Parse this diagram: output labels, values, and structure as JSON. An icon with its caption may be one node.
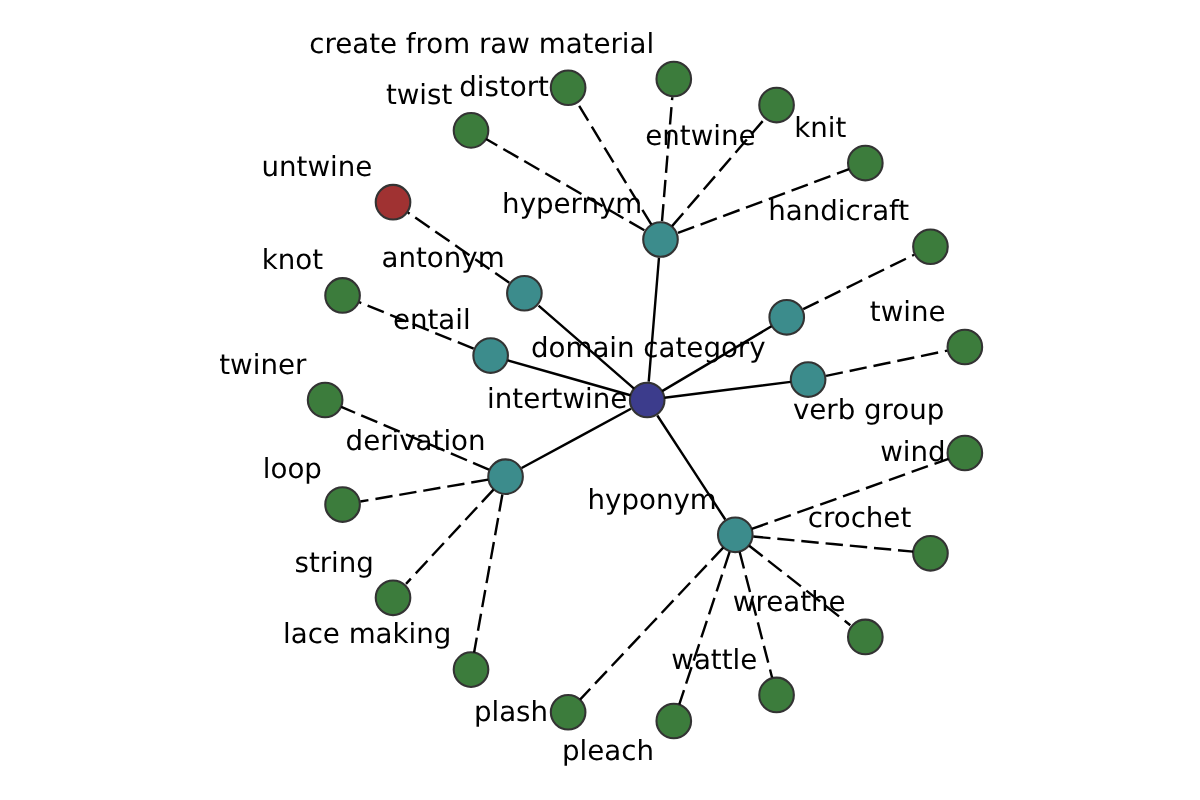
{
  "diagram": {
    "nodes": [
      {
        "text": [
          "intertwine"
        ]
      },
      {
        "text": [
          "verb group"
        ]
      },
      {
        "text": [
          "domain category"
        ]
      },
      {
        "text": [
          "hypernym"
        ]
      },
      {
        "text": [
          "antonym"
        ]
      },
      {
        "text": [
          "entail"
        ]
      },
      {
        "text": [
          "derivation"
        ]
      },
      {
        "text": [
          "hyponym"
        ]
      },
      {
        "text": [
          "twine"
        ]
      },
      {
        "text": [
          "handicraft"
        ]
      },
      {
        "text": [
          "knit"
        ]
      },
      {
        "text": [
          "entwine"
        ]
      },
      {
        "text": [
          "create from raw material"
        ]
      },
      {
        "text": [
          "distort"
        ]
      },
      {
        "text": [
          "twist"
        ]
      },
      {
        "text": [
          "untwine"
        ]
      },
      {
        "text": [
          "knot"
        ]
      },
      {
        "text": [
          "twiner"
        ]
      },
      {
        "text": [
          "loop"
        ]
      },
      {
        "text": [
          "string"
        ]
      },
      {
        "text": [
          "lace making"
        ]
      },
      {
        "text": [
          "plash"
        ]
      },
      {
        "text": [
          "pleach"
        ]
      },
      {
        "text": [
          "wattle"
        ]
      },
      {
        "text": [
          "wreathe"
        ]
      },
      {
        "text": [
          "crochet"
        ]
      },
      {
        "text": [
          "wind"
        ]
      }
    ],
    "edges": [
      {
        "from": 0,
        "to": 1,
        "arrow": "none"
      },
      {
        "from": 0,
        "to": 2,
        "arrow": "none"
      },
      {
        "from": 0,
        "to": 3,
        "arrow": "none"
      },
      {
        "from": 0,
        "to": 4,
        "arrow": "none"
      },
      {
        "from": 0,
        "to": 5,
        "arrow": "none"
      },
      {
        "from": 0,
        "to": 6,
        "arrow": "none"
      },
      {
        "from": 0,
        "to": 7,
        "arrow": "none"
      },
      {
        "from": 1,
        "to": 8,
        "arrow": "none",
        "style": "dashed"
      },
      {
        "from": 2,
        "to": 9,
        "arrow": "none",
        "style": "dashed"
      },
      {
        "from": 3,
        "to": 10,
        "arrow": "none",
        "style": "dashed"
      },
      {
        "from": 3,
        "to": 11,
        "arrow": "none",
        "style": "dashed"
      },
      {
        "from": 3,
        "to": 12,
        "arrow": "none",
        "style": "dashed"
      },
      {
        "from": 3,
        "to": 13,
        "arrow": "none",
        "style": "dashed"
      },
      {
        "from": 3,
        "to": 14,
        "arrow": "none",
        "style": "dashed"
      },
      {
        "from": 4,
        "to": 15,
        "arrow": "none",
        "style": "dashed"
      },
      {
        "from": 5,
        "to": 16,
        "arrow": "none",
        "style": "dashed"
      },
      {
        "from": 6,
        "to": 17,
        "arrow": "none",
        "style": "dashed"
      },
      {
        "from": 6,
        "to": 18,
        "arrow": "none",
        "style": "dashed"
      },
      {
        "from": 6,
        "to": 19,
        "arrow": "none",
        "style": "dashed"
      },
      {
        "from": 6,
        "to": 20,
        "arrow": "none",
        "style": "dashed"
      },
      {
        "from": 7,
        "to": 21,
        "arrow": "none",
        "style": "dashed"
      },
      {
        "from": 7,
        "to": 22,
        "arrow": "none",
        "style": "dashed"
      },
      {
        "from": 7,
        "to": 23,
        "arrow": "none",
        "style": "dashed"
      },
      {
        "from": 7,
        "to": 24,
        "arrow": "none",
        "style": "dashed"
      },
      {
        "from": 7,
        "to": 25,
        "arrow": "none",
        "style": "dashed"
      },
      {
        "from": 7,
        "to": 26,
        "arrow": "none",
        "style": "dashed"
      }
    ]
  }
}
